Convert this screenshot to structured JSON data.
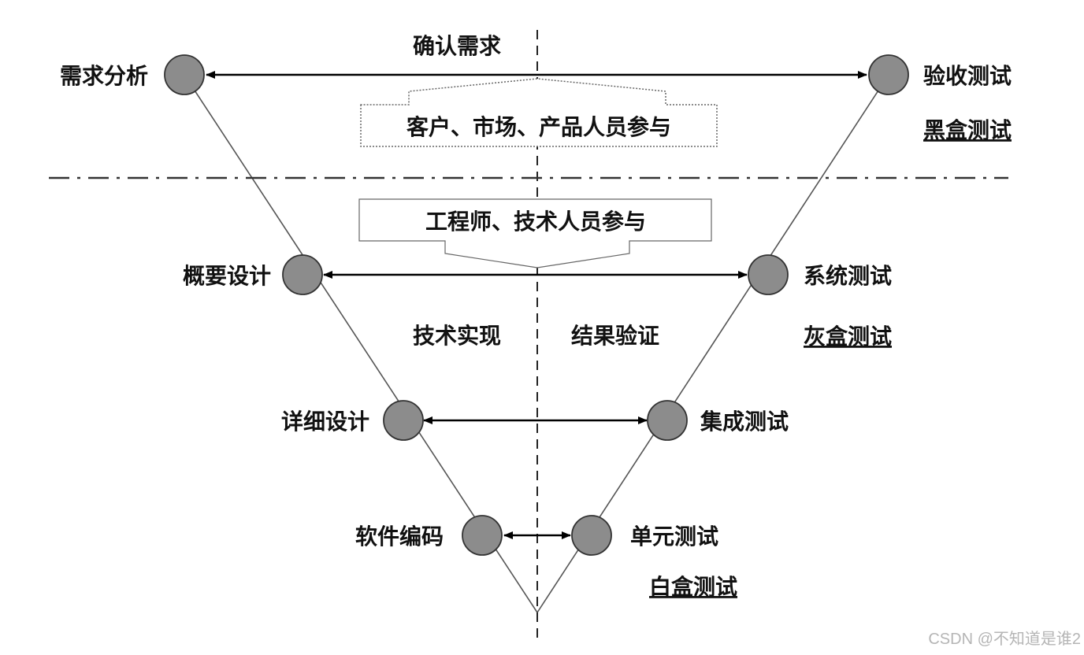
{
  "diagram": {
    "top_center": "确认需求",
    "customer_box": "客户、市场、产品人员参与",
    "engineer_box": "工程师、技术人员参与",
    "left_mid": "技术实现",
    "right_mid": "结果验证",
    "left_nodes": [
      "需求分析",
      "概要设计",
      "详细设计",
      "软件编码"
    ],
    "right_nodes": [
      "验收测试",
      "系统测试",
      "集成测试",
      "单元测试"
    ],
    "test_types": [
      "黑盒测试",
      "灰盒测试",
      "白盒测试"
    ]
  },
  "watermark": "CSDN @不知道是谁2",
  "colors": {
    "node": "#8c8c8c",
    "line": "#555555",
    "text": "#111111",
    "watermark": "#b5b5b5"
  }
}
